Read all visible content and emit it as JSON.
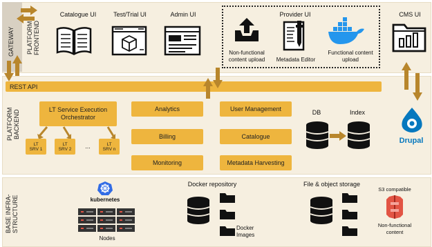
{
  "layers": {
    "gateway": "GATEWAY",
    "frontend": [
      "PLATFORM",
      "FRONTEND"
    ],
    "backend": [
      "PLATFORM",
      "BACKEND"
    ],
    "infra": [
      "BASE INFRA-",
      "STRUCTURE"
    ]
  },
  "frontend": {
    "catalogue_ui": "Catalogue UI",
    "test_ui": "Test/Trial UI",
    "admin_ui": "Admin UI",
    "provider_ui": "Provider UI",
    "nonfunctional_upload": [
      "Non-functional",
      "content upload"
    ],
    "metadata_editor": "Metadata Editor",
    "functional_upload": [
      "Functional content",
      "upload"
    ],
    "cms_ui": "CMS UI",
    "drupal": "Drupal"
  },
  "backend": {
    "rest_api": "REST API",
    "lt_orchestrator": [
      "LT Service Execution",
      "Orchestrator"
    ],
    "lt_services": [
      [
        "LT",
        "SRV 1"
      ],
      [
        "LT",
        "SRV 2"
      ],
      [
        "LT",
        "SRV n"
      ]
    ],
    "ellipsis": "...",
    "analytics": "Analytics",
    "billing": "Billing",
    "monitoring": "Monitoring",
    "user_management": "User Management",
    "catalogue": "Catalogue",
    "metadata_harvesting": "Metadata Harvesting",
    "db": "DB",
    "index": "Index"
  },
  "infra": {
    "kubernetes": "kubernetes",
    "nodes": "Nodes",
    "docker_repository": "Docker repository",
    "docker_images": [
      "Docker",
      "Images"
    ],
    "file_storage": "File & object storage",
    "s3": "S3 compatible",
    "nonfunctional_content": [
      "Non-functional",
      "content"
    ]
  },
  "colors": {
    "band": "#f6efe0",
    "orange": "#eeb53e",
    "arrow": "#b8862c",
    "gateway": "#d8d0c2",
    "kubernetes": "#326ce5",
    "docker": "#2496ed",
    "drupal": "#0678be",
    "s3": "#e25444"
  }
}
